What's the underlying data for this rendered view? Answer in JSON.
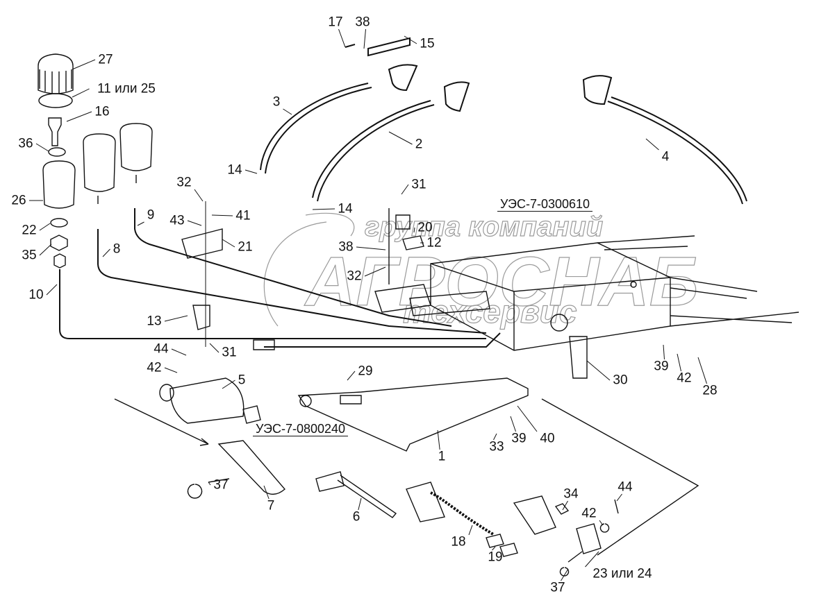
{
  "diagram": {
    "references": [
      "УЭС-7-0300610",
      "УЭС-7-0800240"
    ],
    "labels": [
      "17",
      "38",
      "15",
      "27",
      "11 или 25",
      "16",
      "3",
      "2",
      "4",
      "36",
      "14",
      "31",
      "32",
      "41",
      "43",
      "9",
      "26",
      "14",
      "22",
      "21",
      "20",
      "12",
      "38",
      "8",
      "35",
      "32",
      "10",
      "13",
      "31",
      "44",
      "42",
      "5",
      "29",
      "30",
      "39",
      "42",
      "28",
      "1",
      "33",
      "39",
      "40",
      "37",
      "7",
      "6",
      "18",
      "19",
      "34",
      "42",
      "44",
      "23 или 24",
      "37"
    ],
    "watermark": {
      "line1": "группа компаний",
      "line2": "АГРОСНАБ",
      "line3": "техсервис"
    },
    "colors": {
      "ink": "#111111",
      "watermark": "#9a9a9a"
    }
  }
}
